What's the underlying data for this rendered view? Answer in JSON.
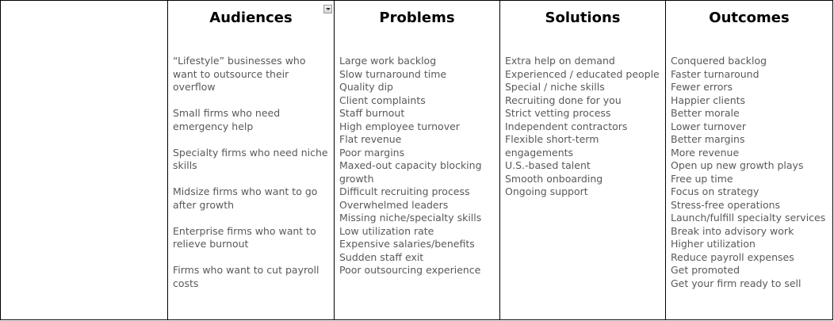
{
  "columns": {
    "audiences": {
      "title": "Audiences",
      "items": [
        "“Lifestyle” businesses who want to outsource their overflow",
        "Small firms who need emergency help",
        "Specialty firms who need niche skills",
        "Midsize firms who want to go after growth",
        "Enterprise firms who want to relieve burnout",
        "Firms who want to cut payroll costs"
      ]
    },
    "problems": {
      "title": "Problems",
      "items": [
        "Large work backlog",
        "Slow turnaround time",
        "Quality dip",
        "Client complaints",
        "Staff burnout",
        "High employee turnover",
        "Flat revenue",
        "Poor margins",
        "Maxed-out capacity blocking growth",
        "Difficult recruiting process",
        "Overwhelmed leaders",
        "Missing niche/specialty skills",
        "Low utilization rate",
        "Expensive salaries/benefits",
        "Sudden staff exit",
        "Poor outsourcing experience"
      ]
    },
    "solutions": {
      "title": "Solutions",
      "items": [
        "Extra help on demand",
        "Experienced / educated people",
        "Special / niche skills",
        "Recruiting done for you",
        "Strict vetting process",
        "Independent contractors",
        "Flexible short-term engagements",
        "U.S.-based talent",
        "Smooth onboarding",
        "Ongoing support"
      ]
    },
    "outcomes": {
      "title": "Outcomes",
      "items": [
        "Conquered backlog",
        "Faster turnaround",
        "Fewer errors",
        "Happier clients",
        "Better morale",
        "Lower turnover",
        "Better margins",
        "More revenue",
        "Open up new growth plays",
        "Free up time",
        "Focus on strategy",
        "Stress-free operations",
        "Launch/fulfill specialty services",
        "Break into advisory work",
        "Higher utilization",
        "Reduce payroll expenses",
        "Get promoted",
        "Get your firm ready to sell"
      ]
    }
  }
}
